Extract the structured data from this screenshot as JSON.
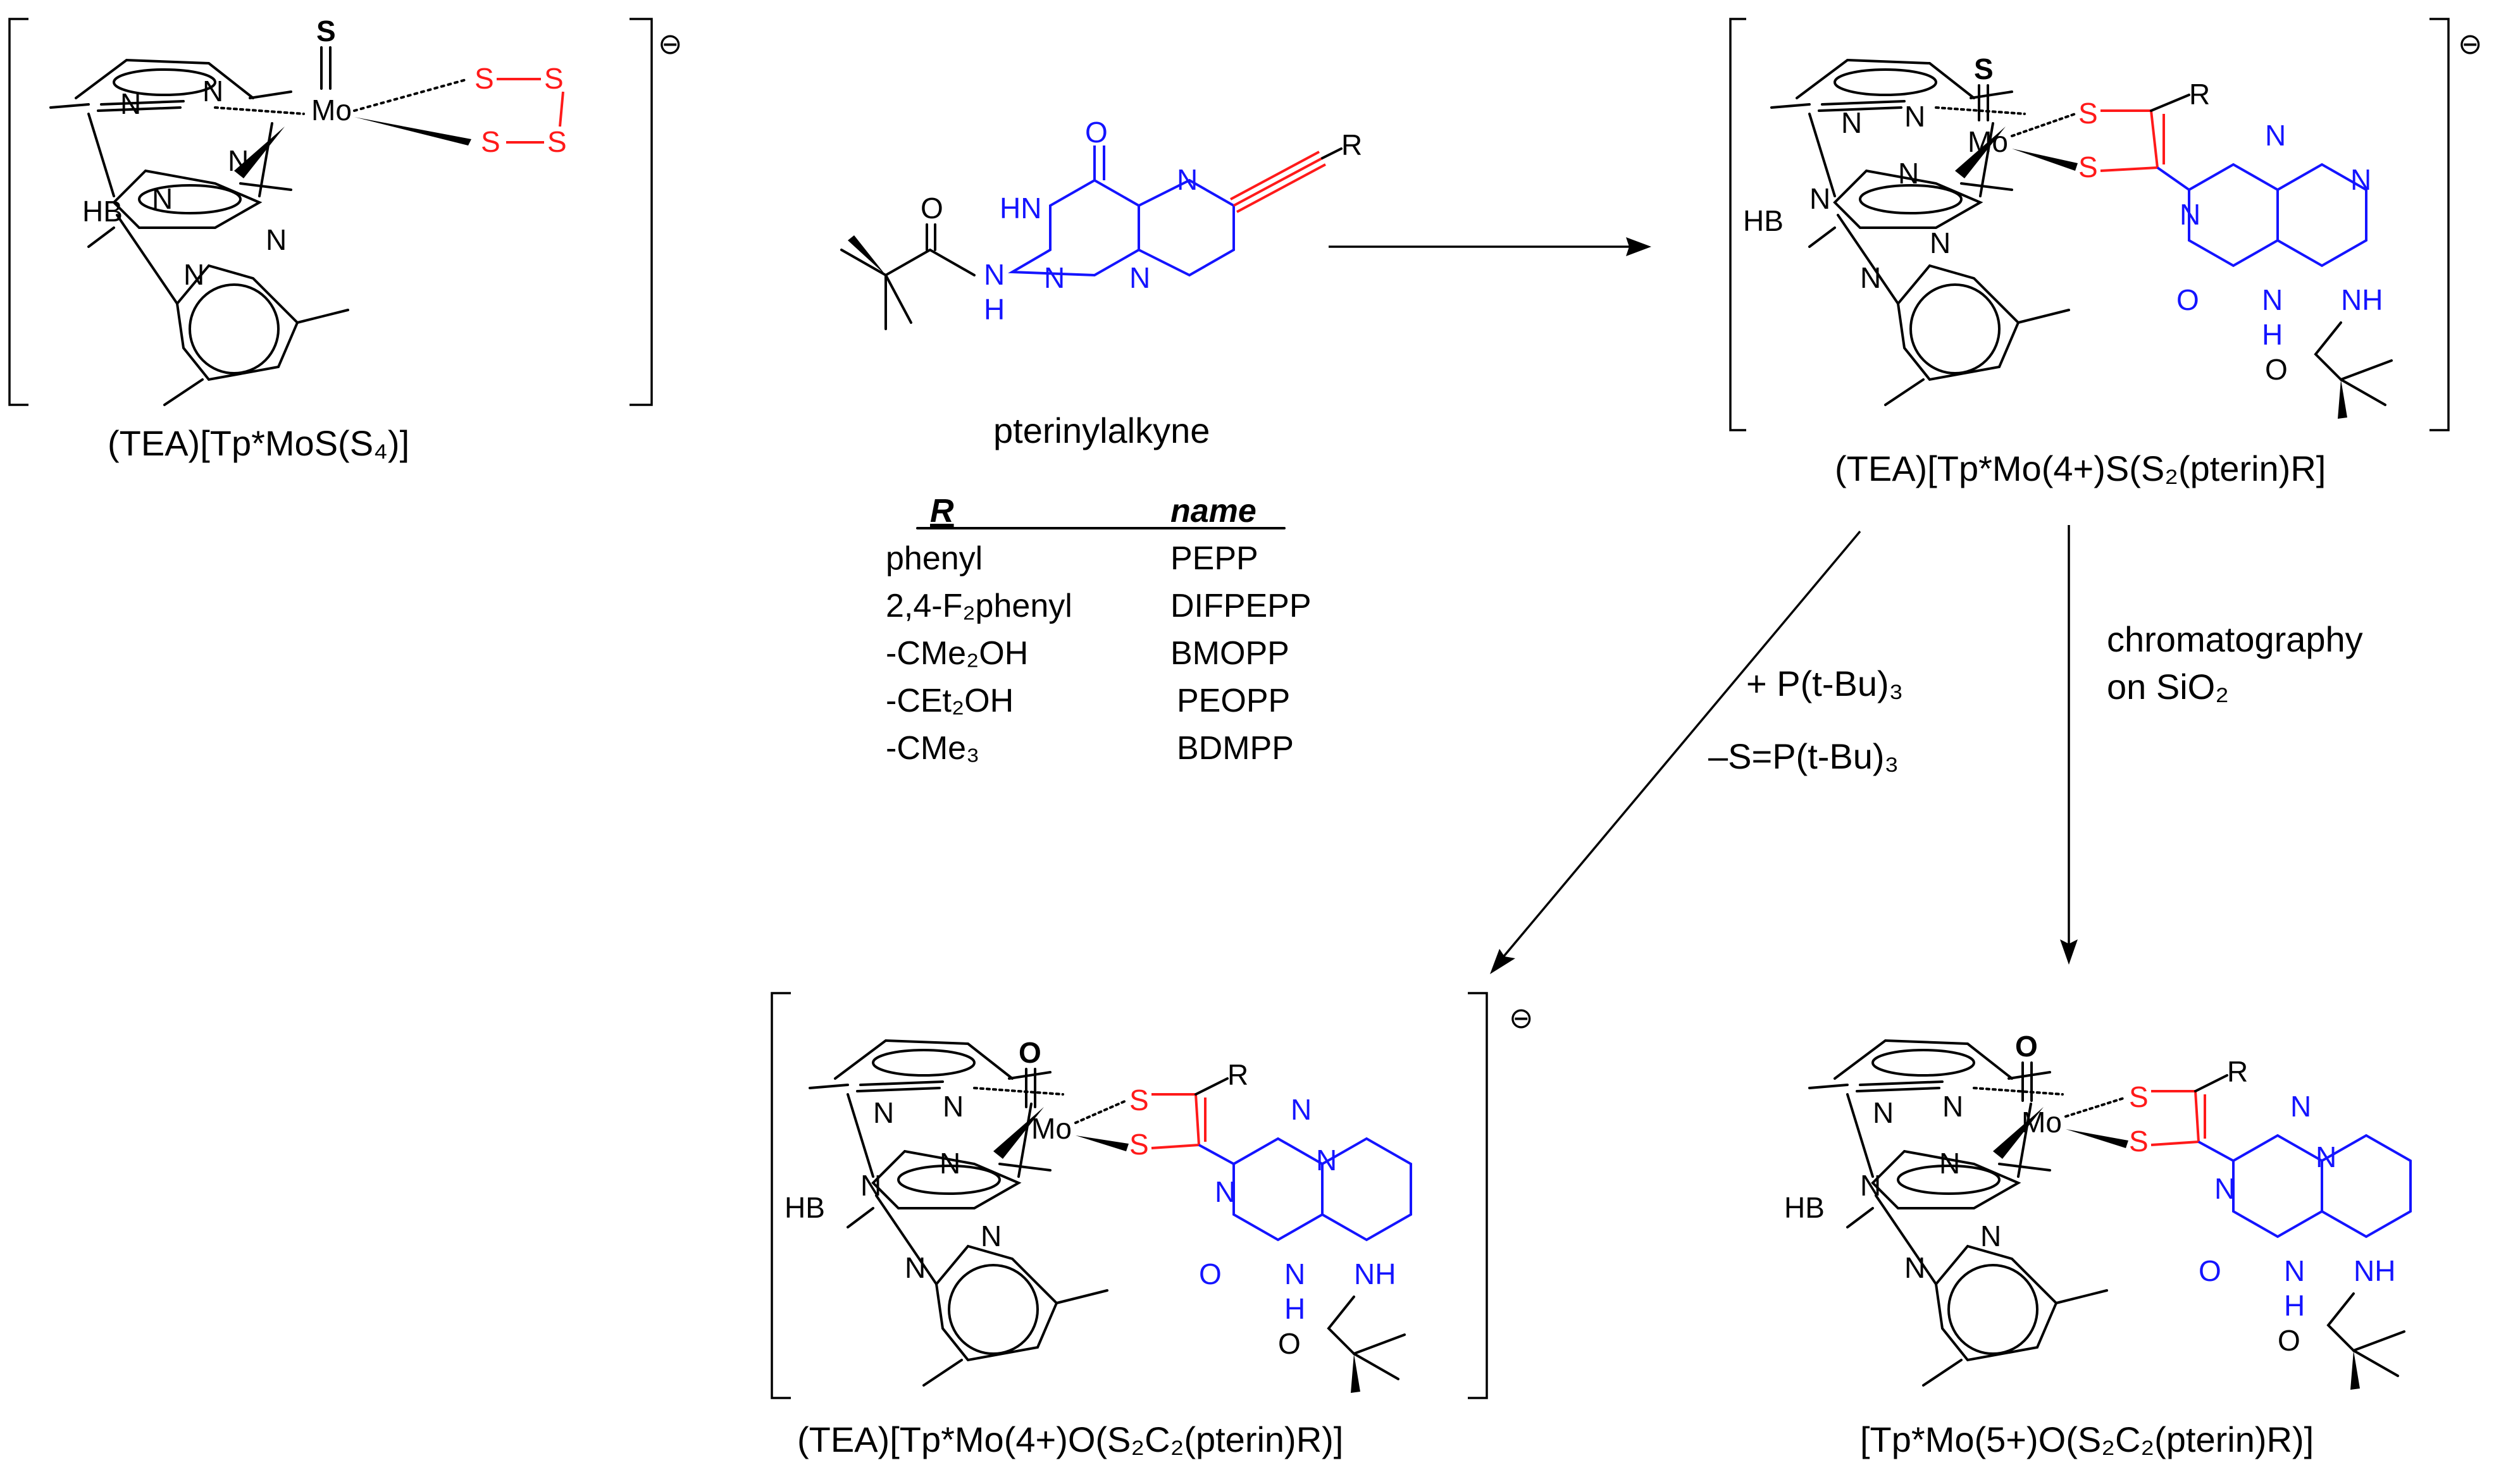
{
  "compounds": {
    "reactant": {
      "label": "(TEA)[Tp*MoS(S₄)]"
    },
    "alkyne": {
      "label": "pterinylalkyne"
    },
    "intermediate": {
      "label": "(TEA)[Tp*Mo(4+)S(S₂(pterin)R]"
    },
    "product_left": {
      "label": "(TEA)[Tp*Mo(4+)O(S₂C₂(pterin)R)]"
    },
    "product_right": {
      "label": "[Tp*Mo(5+)O(S₂C₂(pterin)R)]"
    }
  },
  "conditions": {
    "left_line1": "+ P(t-Bu)₃",
    "left_line2": "–S=P(t-Bu)₃",
    "right_line1": "chromatography",
    "right_line2": "on SiO₂"
  },
  "table": {
    "headers": [
      "R",
      "name"
    ],
    "rows": [
      [
        "phenyl",
        "PEPP"
      ],
      [
        "2,4-F₂phenyl",
        "DIFPEPP"
      ],
      [
        "-CMe₂OH",
        "BMOPP"
      ],
      [
        "-CEt₂OH",
        "PEOPP"
      ],
      [
        "-CMe₃",
        "BDMPP"
      ]
    ]
  },
  "charge_symbol": "⊖",
  "atoms": {
    "mo": "Mo",
    "s": "S",
    "o": "O",
    "n": "N",
    "h": "H",
    "hb": "HB",
    "r": "R",
    "nh": "NH",
    "hn": "HN"
  },
  "colors": {
    "ditholene": "#ff1a1a",
    "pterin": "#1414ff",
    "default": "#000000"
  }
}
